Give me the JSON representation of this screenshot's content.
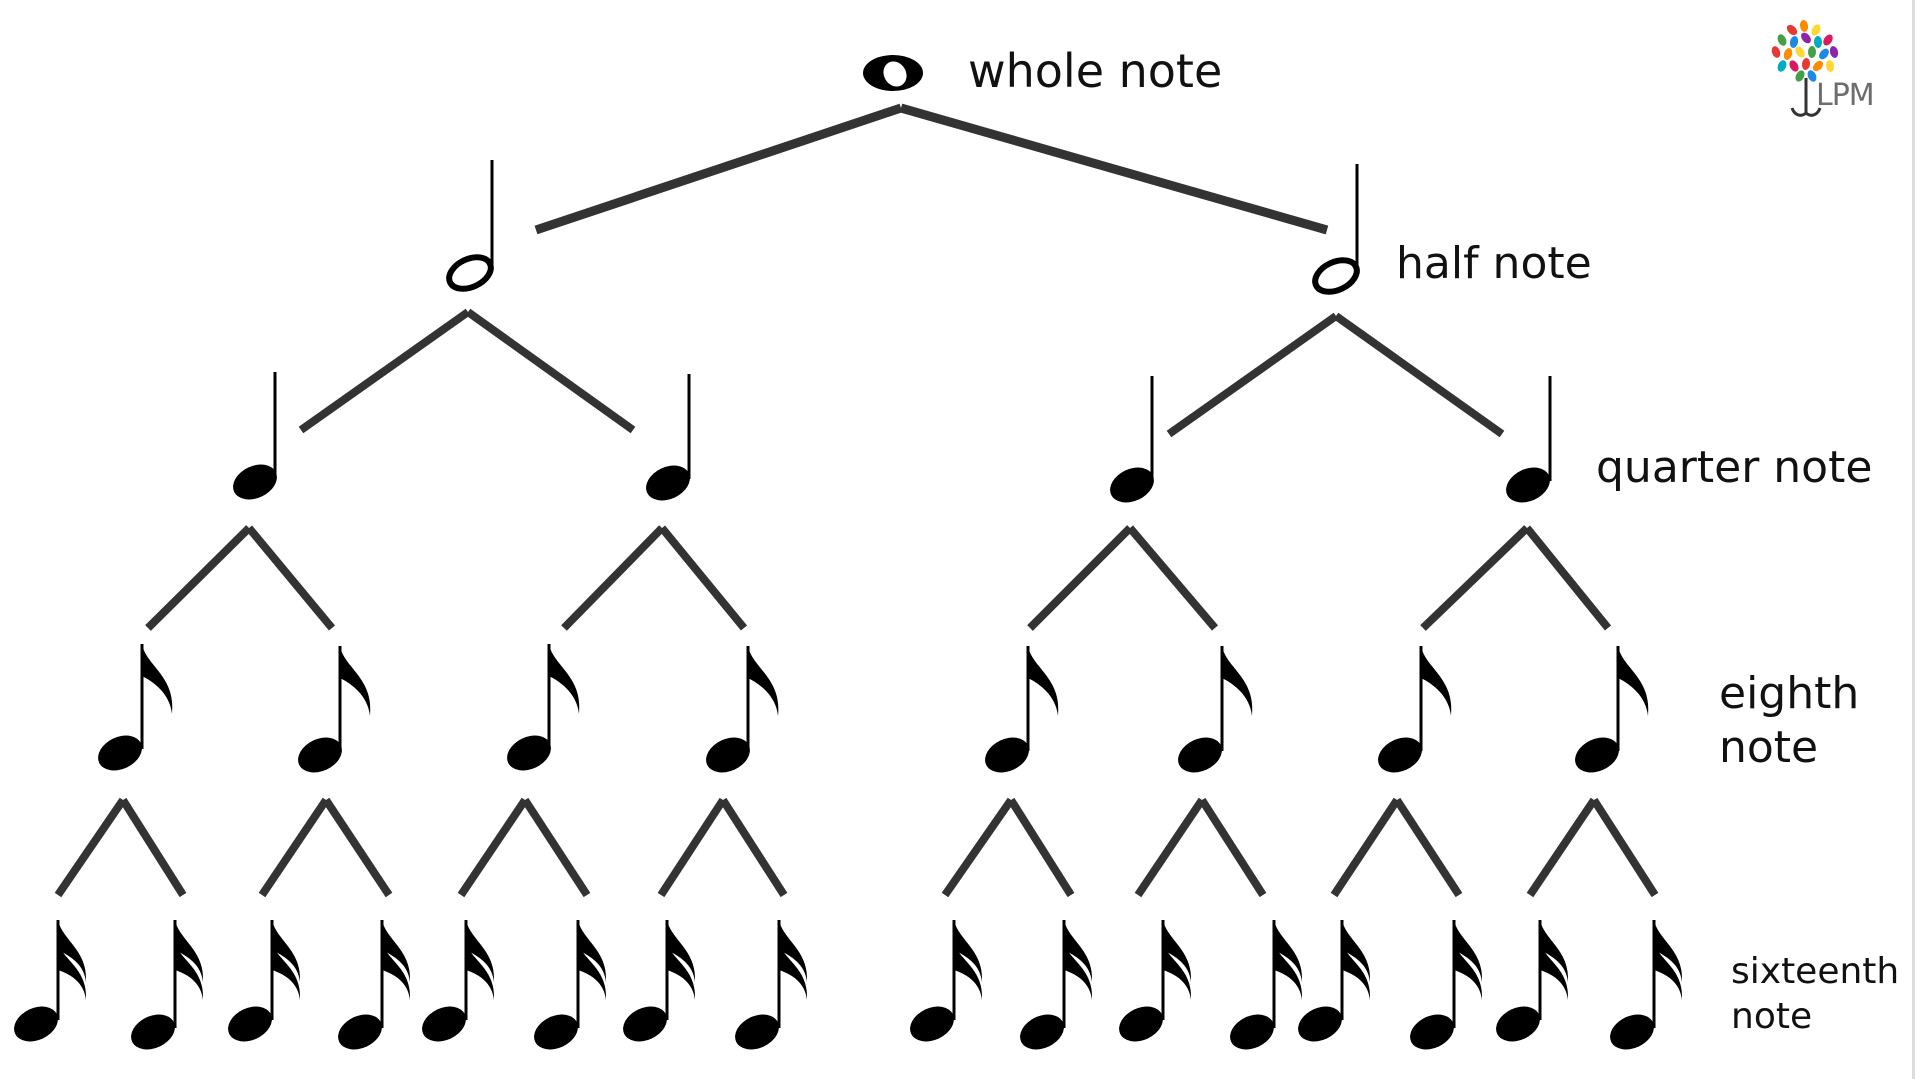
{
  "labels": {
    "whole": "whole note",
    "half": "half note",
    "quarter": "quarter note",
    "eighth_line1": "eighth",
    "eighth_line2": "note",
    "sixteenth_line1": "sixteenth",
    "sixteenth_line2": "note"
  },
  "logo": {
    "text": "LPM",
    "icon": "tree-icon",
    "leaf_colors": [
      "#e53935",
      "#fb8c00",
      "#fdd835",
      "#43a047",
      "#1e88e5",
      "#8e24aa",
      "#00acc1",
      "#d81b60"
    ]
  },
  "colors": {
    "line": "#333333",
    "note": "#000000"
  },
  "tree": {
    "levels": [
      "whole",
      "half",
      "quarter",
      "eighth",
      "sixteenth"
    ],
    "counts": [
      1,
      2,
      4,
      8,
      16
    ]
  }
}
